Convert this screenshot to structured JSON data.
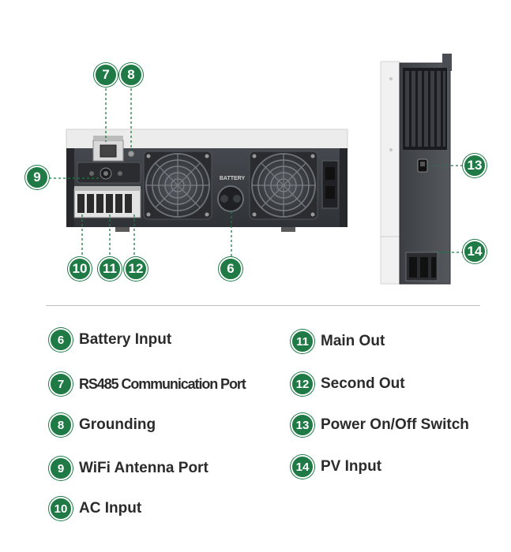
{
  "colors": {
    "badge": "#1f7a46",
    "device_body": "#3a3d42",
    "device_top": "#e6e6e6",
    "leader_line": "#1f7a46"
  },
  "device_labels": {
    "battery": "BATTERY"
  },
  "callouts": [
    {
      "id": "c7",
      "number": "7"
    },
    {
      "id": "c8",
      "number": "8"
    },
    {
      "id": "c9",
      "number": "9"
    },
    {
      "id": "c10",
      "number": "10"
    },
    {
      "id": "c11",
      "number": "11"
    },
    {
      "id": "c12",
      "number": "12"
    },
    {
      "id": "c6",
      "number": "6"
    },
    {
      "id": "c13",
      "number": "13"
    },
    {
      "id": "c14",
      "number": "14"
    }
  ],
  "legend": [
    {
      "number": "6",
      "label": "Battery Input"
    },
    {
      "number": "7",
      "label": "RS485 Communication Port"
    },
    {
      "number": "8",
      "label": "Grounding"
    },
    {
      "number": "9",
      "label": "WiFi Antenna Port"
    },
    {
      "number": "10",
      "label": "AC Input"
    },
    {
      "number": "11",
      "label": "Main Out"
    },
    {
      "number": "12",
      "label": "Second Out"
    },
    {
      "number": "13",
      "label": "Power On/Off Switch"
    },
    {
      "number": "14",
      "label": "PV Input"
    }
  ]
}
